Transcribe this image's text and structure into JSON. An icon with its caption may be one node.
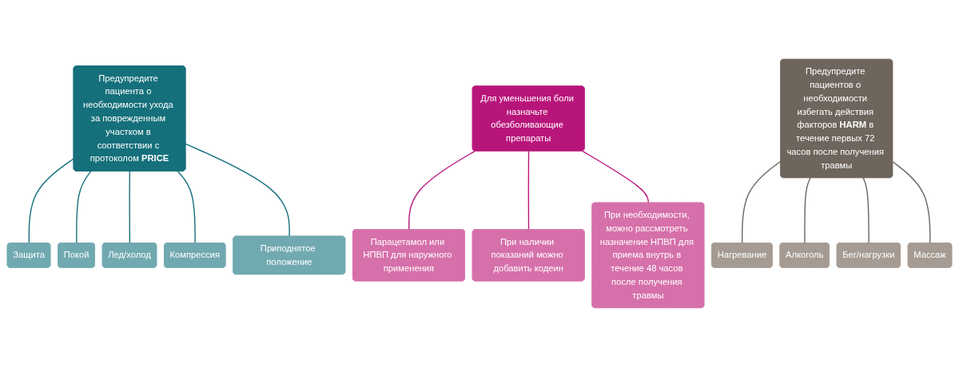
{
  "diagram": {
    "nodes": [
      {
        "text": [
          "Предупредите пациента о необходимости ухода за поврежденным участком в соответствии с протоколом **PRICE**"
        ]
      },
      {
        "text": [
          "Защита"
        ]
      },
      {
        "text": [
          "Покой"
        ]
      },
      {
        "text": [
          "Лед/холод"
        ]
      },
      {
        "text": [
          "Компрессия"
        ]
      },
      {
        "text": [
          "Приподнятое положение"
        ]
      },
      {
        "text": [
          "Для уменьшения боли назначьте обезболивающие препараты"
        ]
      },
      {
        "text": [
          "Парацетамол или НПВП для наружного применения"
        ]
      },
      {
        "text": [
          "При наличии показаний можно добавить кодеин"
        ]
      },
      {
        "text": [
          "При необходимости, можно рассмотреть назначение НПВП для приема внутрь в течение 48 часов после получения травмы"
        ]
      },
      {
        "text": [
          "Предупредите пациентов о необходимости избегать действия факторов **HARM** в течение первых 72 часов после получения травмы"
        ]
      },
      {
        "text": [
          "Нагревание"
        ]
      },
      {
        "text": [
          "Алкоголь"
        ]
      },
      {
        "text": [
          "Бег/нагрузки"
        ]
      },
      {
        "text": [
          "Массаж"
        ]
      }
    ],
    "edges": [
      {
        "from": 0,
        "to": 1,
        "arrow": "none",
        "color": "#15707b"
      },
      {
        "from": 0,
        "to": 2,
        "arrow": "none",
        "color": "#15707b"
      },
      {
        "from": 0,
        "to": 3,
        "arrow": "none",
        "color": "#15707b"
      },
      {
        "from": 0,
        "to": 4,
        "arrow": "none",
        "color": "#15707b"
      },
      {
        "from": 0,
        "to": 5,
        "arrow": "none",
        "color": "#15707b"
      },
      {
        "from": 6,
        "to": 7,
        "arrow": "none",
        "color": "#b8157a"
      },
      {
        "from": 6,
        "to": 8,
        "arrow": "none",
        "color": "#b8157a"
      },
      {
        "from": 6,
        "to": 9,
        "arrow": "none",
        "color": "#b8157a"
      },
      {
        "from": 10,
        "to": 11,
        "arrow": "none",
        "color": "#6e655d"
      },
      {
        "from": 10,
        "to": 12,
        "arrow": "none",
        "color": "#6e655d"
      },
      {
        "from": 10,
        "to": 13,
        "arrow": "none",
        "color": "#6e655d"
      },
      {
        "from": 10,
        "to": 14,
        "arrow": "none",
        "color": "#6e655d"
      }
    ]
  }
}
